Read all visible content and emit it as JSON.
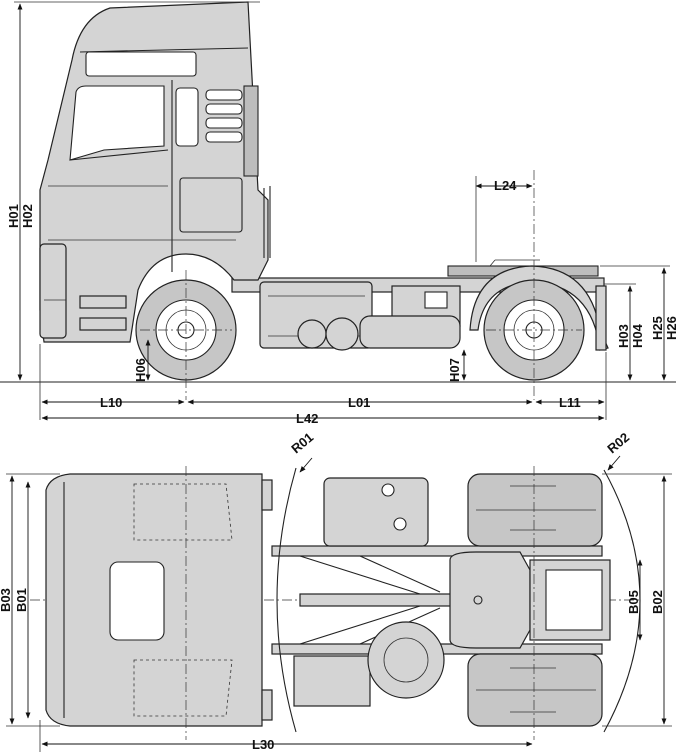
{
  "diagram": {
    "side_view": {
      "height_labels_left": [
        "H01",
        "H02"
      ],
      "height_labels_right": [
        "H03",
        "H04"
      ],
      "height_labels_far_right": [
        "H25",
        "H26"
      ],
      "clearance_front": "H06",
      "clearance_rear": "H07",
      "fifth_wheel_offset": "L24",
      "front_overhang": "L10",
      "wheelbase": "L01",
      "rear_overhang": "L11",
      "overall_length": "L42"
    },
    "top_view": {
      "front_radius": "R01",
      "rear_radius": "R02",
      "width_labels_left": [
        "B03",
        "B01"
      ],
      "rear_track": "B05",
      "rear_width": "B02",
      "cab_to_axle": "L30"
    }
  }
}
